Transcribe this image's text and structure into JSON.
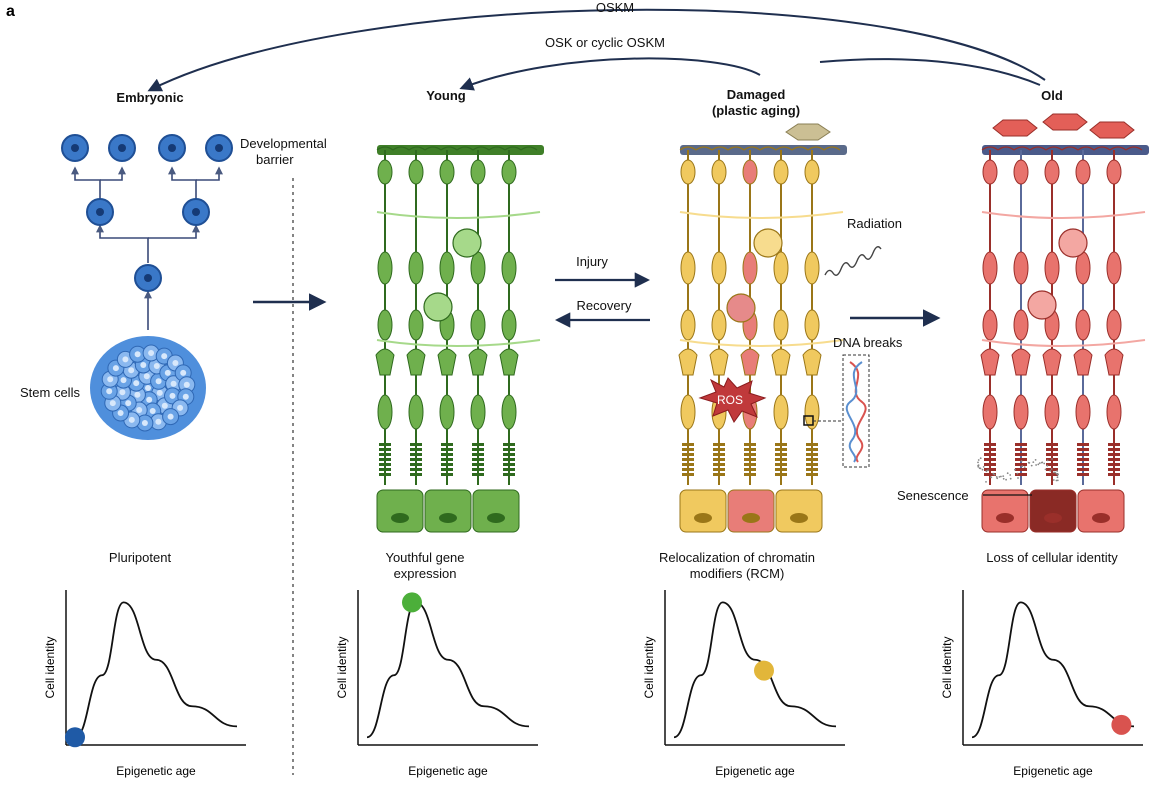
{
  "panel_label": "a",
  "arrows": {
    "top_arrow": "OSKM",
    "second_arrow": "OSK or cyclic OSKM",
    "injury": "Injury",
    "recovery": "Recovery"
  },
  "stages": [
    {
      "id": "embryonic",
      "title": "Embryonic",
      "subtitle": "",
      "state": "Pluripotent",
      "state_line2": "",
      "marker_color": "#1f5aa6"
    },
    {
      "id": "young",
      "title": "Young",
      "subtitle": "",
      "state": "Youthful gene",
      "state_line2": "expression",
      "marker_color": "#4caf3a"
    },
    {
      "id": "damaged",
      "title": "Damaged",
      "subtitle": "(plastic aging)",
      "state": "Relocalization of chromatin",
      "state_line2": "modifiers (RCM)",
      "marker_color": "#e2b63a"
    },
    {
      "id": "old",
      "title": "Old",
      "subtitle": "",
      "state": "Loss of cellular identity",
      "state_line2": "",
      "marker_color": "#d9534f"
    }
  ],
  "labels": {
    "stem_cells": "Stem cells",
    "developmental_barrier_1": "Developmental",
    "developmental_barrier_2": "barrier",
    "radiation": "Radiation",
    "dna_breaks": "DNA breaks",
    "ros": "ROS",
    "senescence": "Senescence"
  },
  "plot_axes": {
    "ylabel": "Cell identity",
    "xlabel": "Epigenetic age"
  },
  "colors": {
    "arrow": "#1f2f4f",
    "embryonic_blue": "#3a78c8",
    "young_green": "#5a9e3f",
    "damaged_yellow": "#e6bd55",
    "old_red": "#d9605a",
    "axon_blue": "#5a6a9a"
  },
  "chart_data": [
    {
      "type": "line",
      "series": [
        {
          "values": [
            [
              0.05,
              0.05
            ],
            [
              0.2,
              0.45
            ],
            [
              0.32,
              0.92
            ],
            [
              0.5,
              0.55
            ],
            [
              0.7,
              0.25
            ],
            [
              0.95,
              0.12
            ]
          ]
        }
      ],
      "marker": {
        "x": 0.05,
        "y": 0.05,
        "label": "Pluripotent"
      }
    },
    {
      "type": "line",
      "series": [
        {
          "values": [
            [
              0.05,
              0.05
            ],
            [
              0.2,
              0.45
            ],
            [
              0.32,
              0.92
            ],
            [
              0.5,
              0.55
            ],
            [
              0.7,
              0.25
            ],
            [
              0.95,
              0.12
            ]
          ]
        }
      ],
      "marker": {
        "x": 0.3,
        "y": 0.92,
        "label": "Youthful gene expression"
      }
    },
    {
      "type": "line",
      "series": [
        {
          "values": [
            [
              0.05,
              0.05
            ],
            [
              0.2,
              0.45
            ],
            [
              0.32,
              0.92
            ],
            [
              0.5,
              0.55
            ],
            [
              0.7,
              0.25
            ],
            [
              0.95,
              0.12
            ]
          ]
        }
      ],
      "marker": {
        "x": 0.55,
        "y": 0.48,
        "label": "Relocalization of chromatin modifiers (RCM)"
      }
    },
    {
      "type": "line",
      "series": [
        {
          "values": [
            [
              0.05,
              0.05
            ],
            [
              0.2,
              0.45
            ],
            [
              0.32,
              0.92
            ],
            [
              0.5,
              0.55
            ],
            [
              0.7,
              0.25
            ],
            [
              0.95,
              0.12
            ]
          ]
        }
      ],
      "marker": {
        "x": 0.88,
        "y": 0.13,
        "label": "Loss of cellular identity"
      }
    }
  ]
}
